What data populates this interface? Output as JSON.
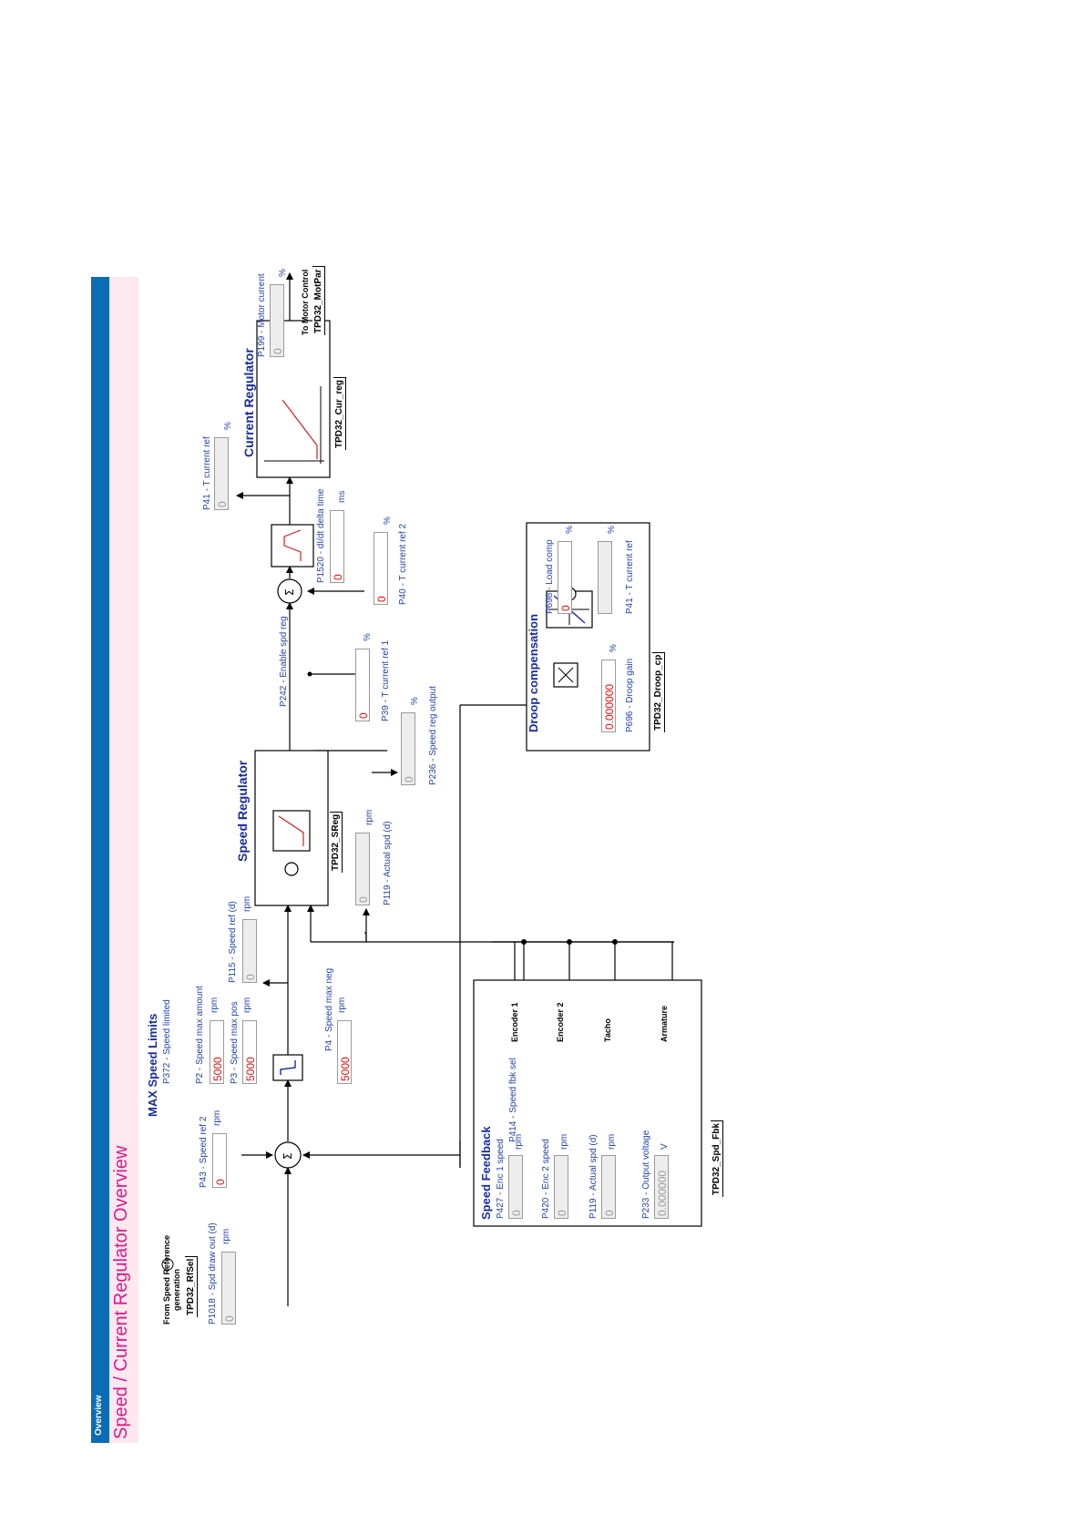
{
  "header": {
    "tab": "Overview",
    "title": "Speed / Current Regulator Overview"
  },
  "blocks": {
    "max_speed_limits": "MAX Speed Limits",
    "speed_regulator": "Speed Regulator",
    "current_regulator": "Current Regulator",
    "droop_compensation": "Droop compensation",
    "speed_feedback": "Speed Feedback"
  },
  "tags": {
    "rfsel": "TPD32_RfSel",
    "sreg": "TPD32_SReg",
    "cur_reg": "TPD32_Cur_reg",
    "motpar": "TPD32_MotPar",
    "droop_cp": "TPD32_Droop_cp",
    "spd_fbk": "TPD32_Spd_Fbk"
  },
  "notes": {
    "from_ref_1": "From Speed Reference",
    "from_ref_2": "generation",
    "to_motor": "To Motor Control"
  },
  "signals": {
    "encoder1": "Encoder 1",
    "encoder2": "Encoder 2",
    "tacho": "Tacho",
    "armature": "Armature"
  },
  "params": {
    "p1018": {
      "label": "P1018 - Spd draw out (d)",
      "value": "0",
      "unit": "rpm"
    },
    "p43": {
      "label": "P43 - Speed ref 2",
      "value": "0",
      "unit": "rpm"
    },
    "p372": {
      "label": "P372 - Speed limited"
    },
    "p2": {
      "label": "P2 - Speed max amount",
      "value": "5000",
      "unit": "rpm"
    },
    "p3": {
      "label": "P3 - Speed max pos",
      "value": "5000",
      "unit": "rpm"
    },
    "p4": {
      "label": "P4 - Speed max neg",
      "value": "5000",
      "unit": "rpm"
    },
    "p115": {
      "label": "P115 - Speed ref (d)",
      "value": "0",
      "unit": "rpm"
    },
    "p119a": {
      "label": "P119 - Actual spd (d)",
      "value": "0",
      "unit": "rpm"
    },
    "p236": {
      "label": "P236 - Speed reg output",
      "value": "0",
      "unit": "%"
    },
    "p242": {
      "label": "P242 - Enable spd reg"
    },
    "p39": {
      "label": "P39 - T current ref 1",
      "value": "0",
      "unit": "%"
    },
    "p40": {
      "label": "P40 - T current ref 2",
      "value": "0",
      "unit": "%"
    },
    "p1520": {
      "label": "P1520 - dI/dt delta time",
      "value": "0",
      "unit": "ms"
    },
    "p41a": {
      "label": "P41 - T current ref",
      "value": "0",
      "unit": "%"
    },
    "p199": {
      "label": "P199 - Motor current",
      "value": "0",
      "unit": "%"
    },
    "p698": {
      "label": "P698 - Load comp",
      "value": "0",
      "unit": "%"
    },
    "p41b": {
      "label": "P41 - T current ref",
      "value": "",
      "unit": "%"
    },
    "p696": {
      "label": "P696 - Droop gain",
      "value": "0.000000",
      "unit": "%"
    },
    "p427": {
      "label": "P427 - Enc 1 speed",
      "value": "0",
      "unit": "rpm"
    },
    "p420": {
      "label": "P420 - Enc 2 speed",
      "value": "0",
      "unit": "rpm"
    },
    "p119b": {
      "label": "P119 - Actual spd (d)",
      "value": "0",
      "unit": "rpm"
    },
    "p233": {
      "label": "P233 - Output voltage",
      "value": "0.000000",
      "unit": "V"
    },
    "p414": {
      "label": "P414 - Speed fbk sel"
    }
  }
}
